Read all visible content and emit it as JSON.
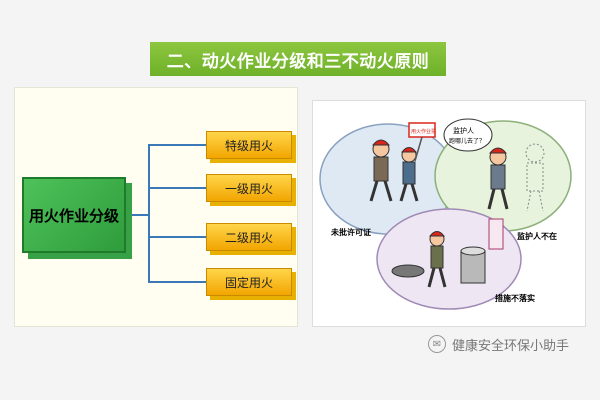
{
  "title": "二、动火作业分级和三不动火原则",
  "diagram": {
    "root": "用火作业分级",
    "branches": [
      {
        "label": "特级用火"
      },
      {
        "label": "一级用火"
      },
      {
        "label": "二级用火"
      },
      {
        "label": "固定用火"
      }
    ]
  },
  "illustration": {
    "sign_text": "用火作业票",
    "speech_bubble": "监护人\n跑哪儿去了？",
    "labels": {
      "no_permit": "未批许可证",
      "no_guardian": "监护人不在",
      "no_measures": "措施不落实"
    }
  },
  "watermark": {
    "text": "健康安全环保小助手",
    "icon": "wechat-icon"
  },
  "colors": {
    "title_bg": "#7dbb31",
    "root_box": "#3aa848",
    "branch_box": "#f7b500",
    "connector": "#3a78b8"
  }
}
